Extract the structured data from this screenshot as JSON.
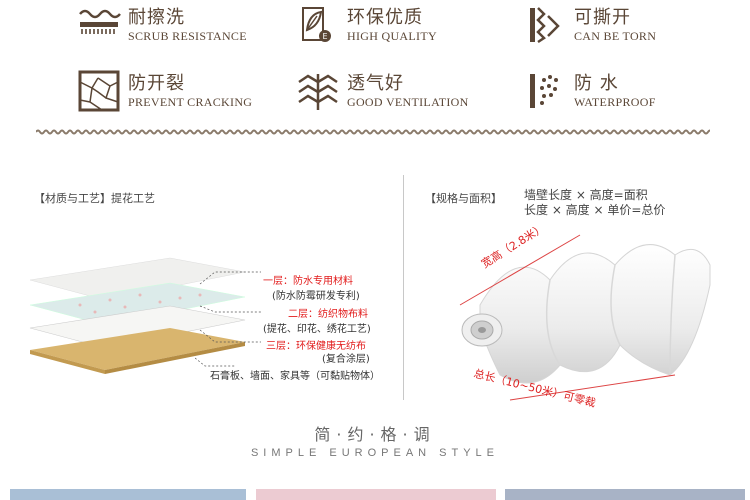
{
  "features": [
    {
      "cn": "耐擦洗",
      "en": "SCRUB RESISTANCE",
      "icon": "scrub-icon"
    },
    {
      "cn": "环保优质",
      "en": "HIGH QUALITY",
      "icon": "eco-leaf-icon"
    },
    {
      "cn": "可撕开",
      "en": "CAN BE TORN",
      "icon": "tear-icon"
    },
    {
      "cn": "防开裂",
      "en": "PREVENT CRACKING",
      "icon": "crack-icon"
    },
    {
      "cn": "透气好",
      "en": "GOOD VENTILATION",
      "icon": "ventilation-icon"
    },
    {
      "cn": "防 水",
      "en": "WATERPROOF",
      "icon": "waterproof-icon"
    }
  ],
  "material": {
    "title": "【材质与工艺】提花工艺",
    "layers": [
      {
        "main": "一层：防水专用材料",
        "sub": "(防水防霉研发专利)"
      },
      {
        "main": "二层：纺织物布料",
        "sub": "(提花、印花、绣花工艺)"
      },
      {
        "main": "三层：环保健康无纺布",
        "sub": "(复合涂层)"
      }
    ],
    "base": "石膏板、墙面、家具等（可黏贴物体）"
  },
  "spec": {
    "title": "【规格与面积】",
    "formula1": "墙壁长度 × 高度=面积",
    "formula2": "长度 × 高度 × 单价=总价",
    "width_text": "宽高（2.8米）",
    "length_text": "总长（10~50米）可零裁"
  },
  "style": {
    "cn": "简·约·格·调",
    "en": "SIMPLE EUROPEAN STYLE"
  },
  "colors": {
    "text_brown": "#5a4636",
    "red": "#e21b1b",
    "swatch_blue": "#a9bfd6",
    "swatch_pink": "#eccbd2",
    "swatch_slate": "#a8b3c6"
  }
}
